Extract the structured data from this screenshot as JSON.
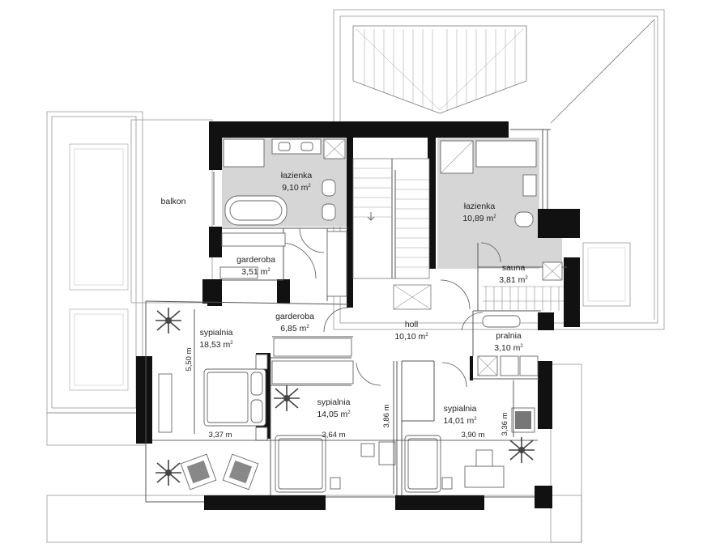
{
  "rooms": {
    "balkon": "balkon",
    "lazienka1": {
      "name": "łazienka",
      "area": "9,10 m",
      "sup": "2"
    },
    "lazienka2": {
      "name": "łazienka",
      "area": "10,89 m",
      "sup": "2"
    },
    "garderoba1": {
      "name": "garderoba",
      "area": "3,51 m",
      "sup": "2"
    },
    "garderoba2": {
      "name": "garderoba",
      "area": "6,85 m",
      "sup": "2"
    },
    "sauna": {
      "name": "sauna",
      "area": "3,81 m",
      "sup": "2"
    },
    "holl": {
      "name": "holl",
      "area": "10,10 m",
      "sup": "2"
    },
    "pralnia": {
      "name": "pralnia",
      "area": "3,10 m",
      "sup": "2"
    },
    "sypialnia1": {
      "name": "sypialnia",
      "area": "18,53 m",
      "sup": "2"
    },
    "sypialnia2": {
      "name": "sypialnia",
      "area": "14,05 m",
      "sup": "2"
    },
    "sypialnia3": {
      "name": "sypialnia",
      "area": "14,01 m",
      "sup": "2"
    }
  },
  "dimensions": {
    "h_337": "3,37 m",
    "h_364": "3,64 m",
    "h_390": "3,90 m",
    "v_550": "5,50 m",
    "v_386": "3,86 m",
    "v_336": "3,36 m"
  },
  "colors": {
    "wall": "#111111",
    "wet_room": "#d6d6d6",
    "line": "#555555"
  }
}
